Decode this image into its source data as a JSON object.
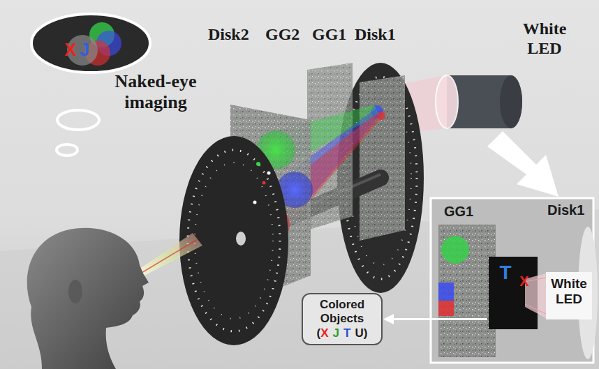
{
  "diagram": {
    "nodes": [
      {
        "text": [
          "Colored Objects",
          "(",
          "X",
          "J",
          "T",
          "U",
          ")"
        ]
      }
    ],
    "labels": [
      "Naked-eye imaging",
      "Disk2",
      "GG2",
      "GG1",
      "Disk1",
      "White LED",
      "X",
      "J",
      "GG1",
      "Disk1",
      "White LED",
      "T",
      "X"
    ]
  }
}
